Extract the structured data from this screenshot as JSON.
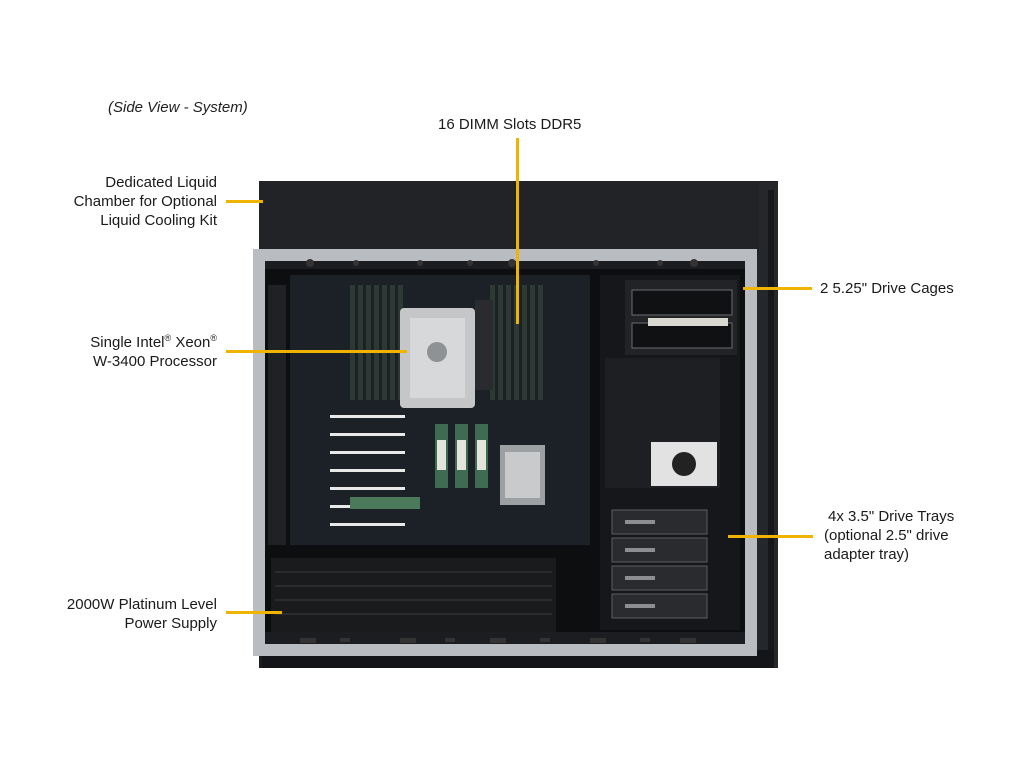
{
  "caption": "(Side View - System)",
  "callouts": {
    "dimm": "16 DIMM Slots DDR5",
    "liquid_line1": "Dedicated Liquid",
    "liquid_line2": "Chamber for Optional",
    "liquid_line3": "Liquid Cooling Kit",
    "cpu_line1_a": "Single Intel",
    "cpu_reg1": "®",
    "cpu_line1_b": " Xeon",
    "cpu_reg2": "®",
    "cpu_line2": "W-3400 Processor",
    "psu_line1": "2000W Platinum Level",
    "psu_line2": "Power Supply",
    "drive_cages": "2 5.25\" Drive Cages",
    "trays_line1": "4x 3.5\" Drive Trays",
    "trays_line2": "(optional 2.5\" drive",
    "trays_line3": "adapter tray)"
  },
  "colors": {
    "leader_line": "#f0b400",
    "chassis": "#1c1d20",
    "frame": "#b9bcc0"
  }
}
